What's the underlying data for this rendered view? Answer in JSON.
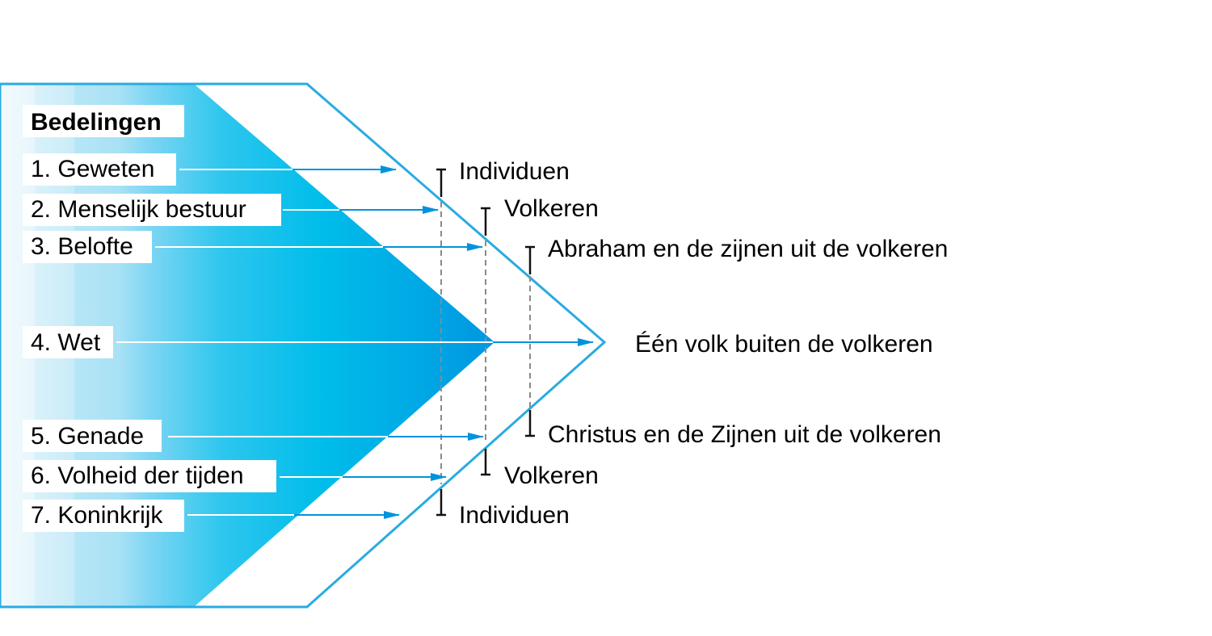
{
  "title": "Bedelingen",
  "dispensations": [
    {
      "label": "1. Geweten"
    },
    {
      "label": "2. Menselijk bestuur"
    },
    {
      "label": "3. Belofte"
    },
    {
      "label": "4. Wet"
    },
    {
      "label": "5. Genade"
    },
    {
      "label": "6. Volheid der tijden"
    },
    {
      "label": "7. Koninkrijk"
    }
  ],
  "groups": [
    {
      "label": "Individuen"
    },
    {
      "label": "Volkeren"
    },
    {
      "label": "Abraham en de zijnen uit de volkeren"
    },
    {
      "label": "Één volk buiten de volkeren"
    },
    {
      "label": "Christus en de Zijnen uit de volkeren"
    },
    {
      "label": "Volkeren"
    },
    {
      "label": "Individuen"
    }
  ],
  "colors": {
    "outline": "#29abe2",
    "arrow": "#0093dd",
    "gradient_dark": "#0096e0",
    "gradient_mid": "#00bfeb",
    "gradient_light": "#dff3fb",
    "dashed": "#8a8a8a",
    "text": "#000000"
  }
}
